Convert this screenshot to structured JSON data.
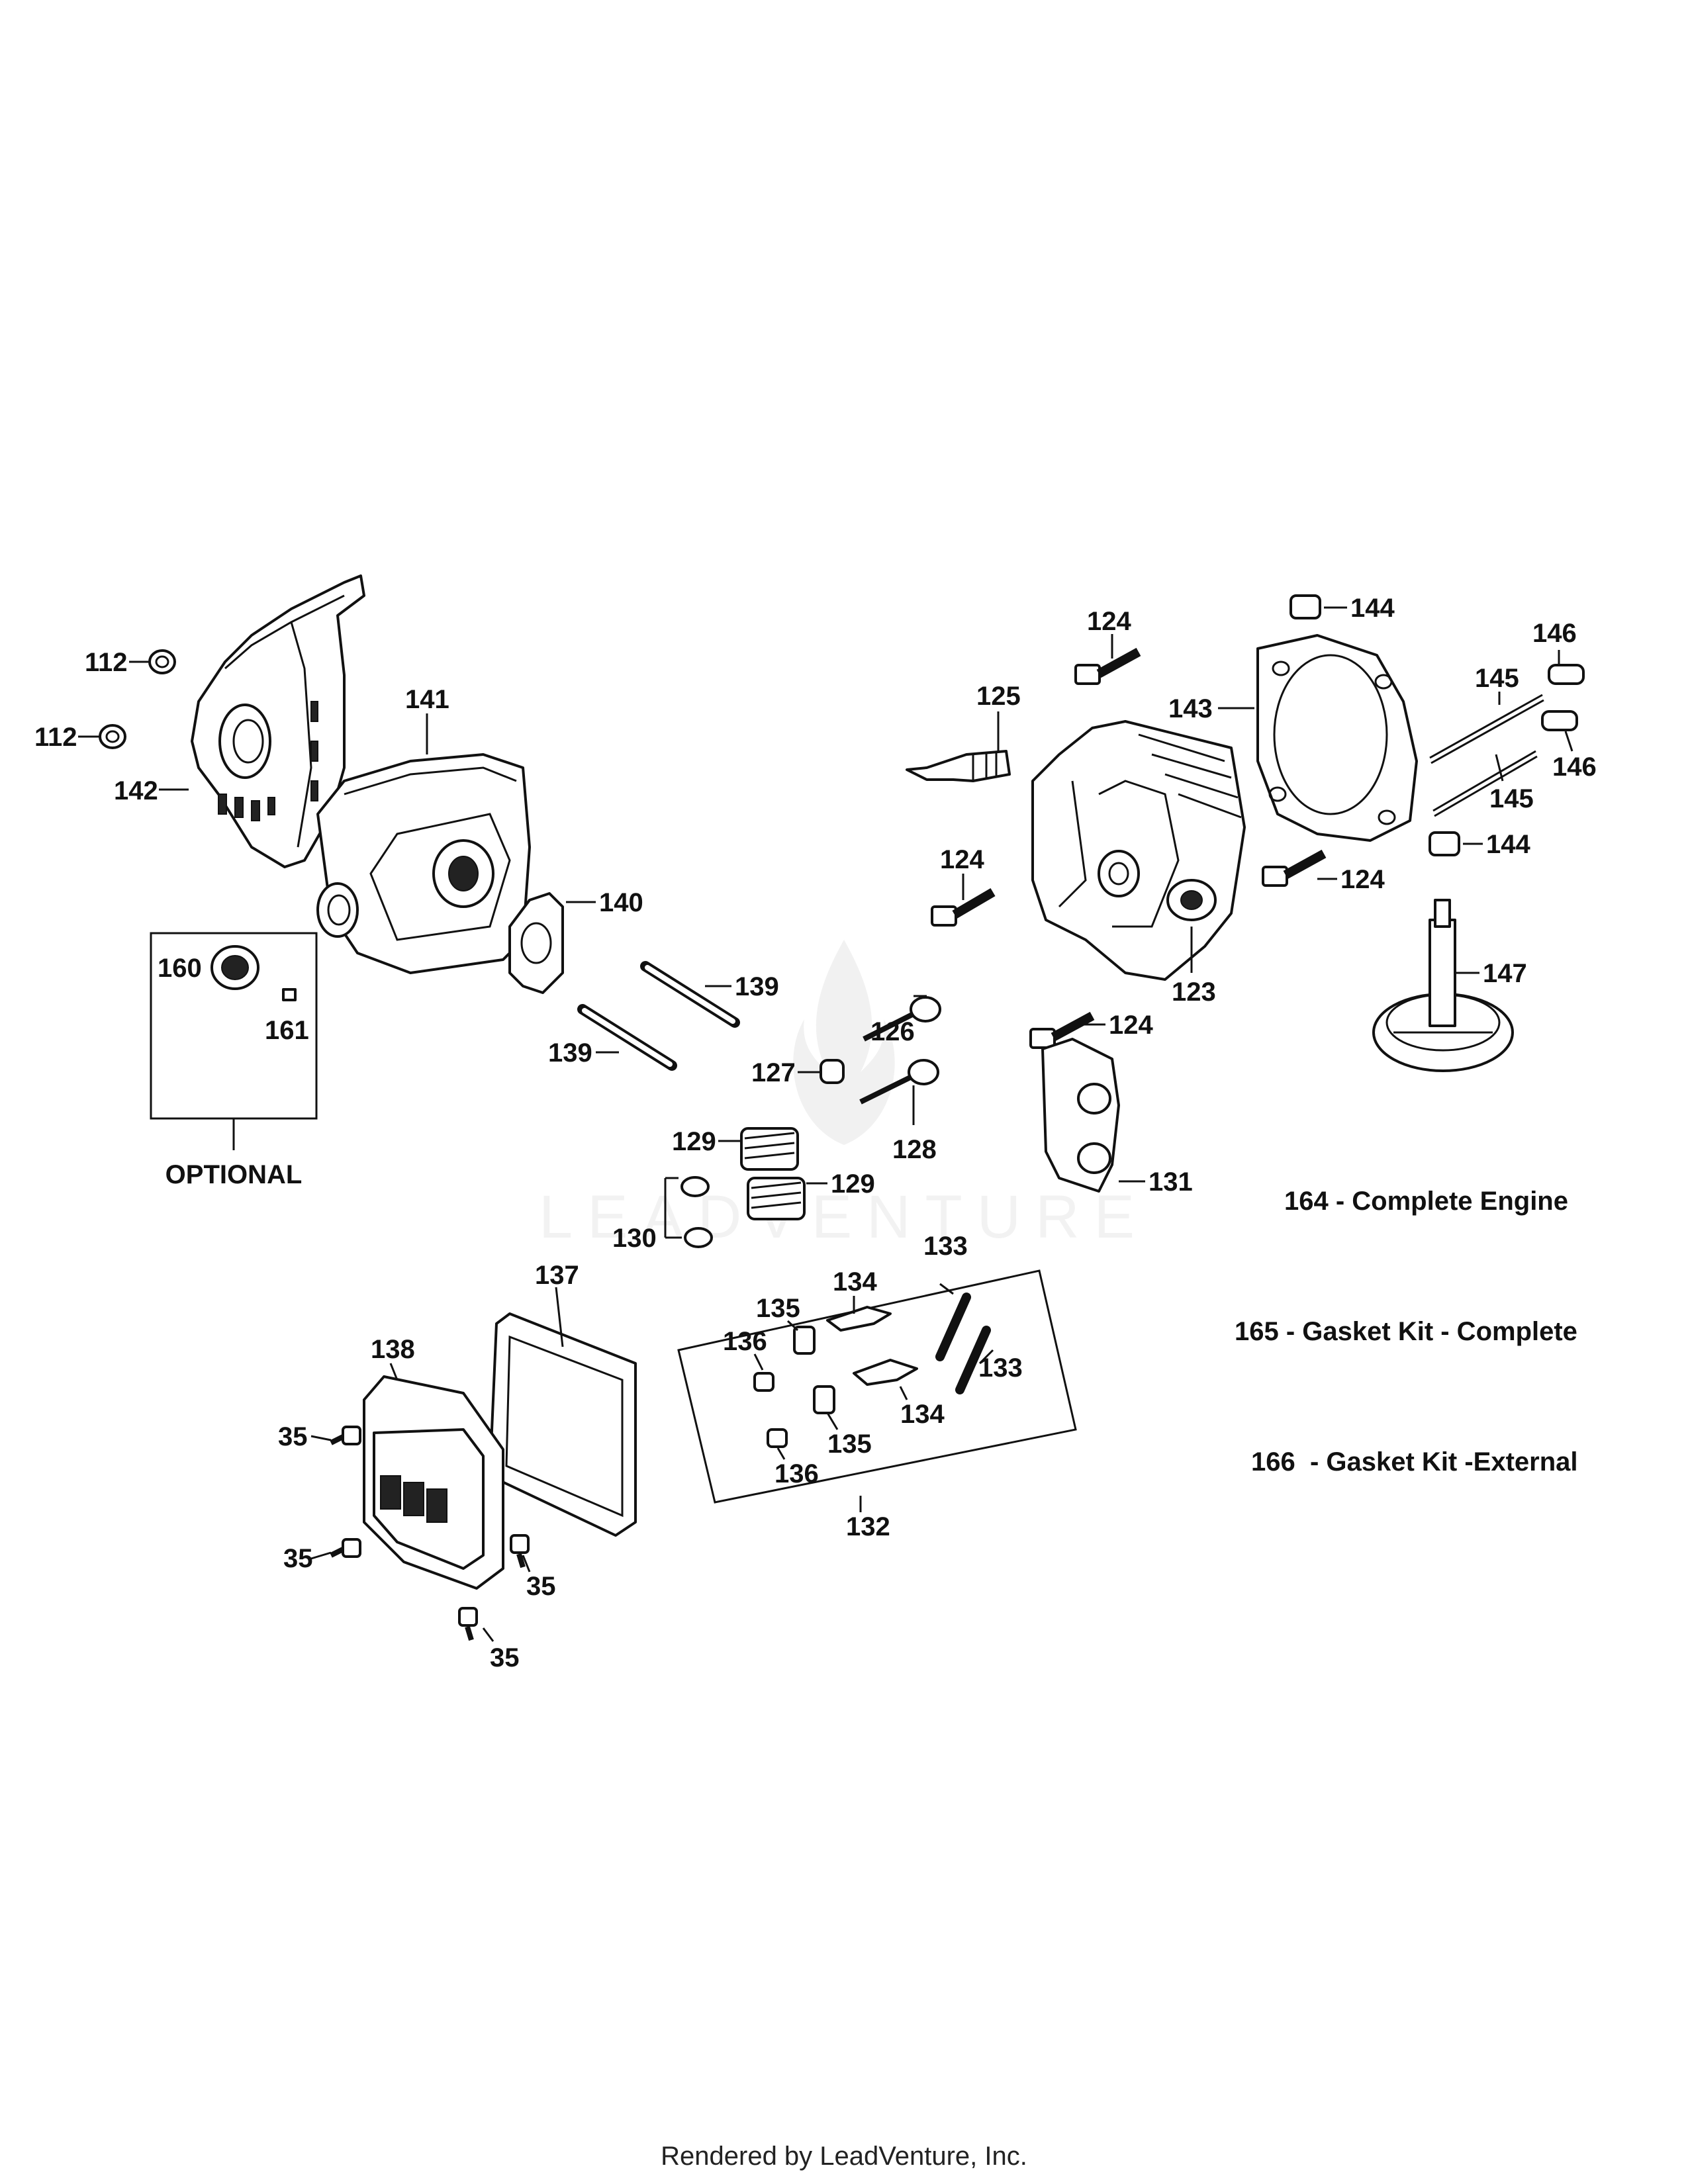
{
  "diagram": {
    "watermark": "LEADVENTURE",
    "optional_label": "OPTIONAL",
    "notes": [
      "164 - Complete Engine",
      "165 - Gasket Kit - Complete",
      "166  - Gasket Kit -External"
    ],
    "callouts": {
      "c112a": "112",
      "c112b": "112",
      "c142": "142",
      "c141": "141",
      "c140": "140",
      "c160": "160",
      "c161": "161",
      "c139a": "139",
      "c139b": "139",
      "c125": "125",
      "c124a": "124",
      "c124b": "124",
      "c124c": "124",
      "c124d": "124",
      "c143": "143",
      "c144a": "144",
      "c144b": "144",
      "c145a": "145",
      "c145b": "145",
      "c146a": "146",
      "c146b": "146",
      "c123": "123",
      "c147": "147",
      "c126": "126",
      "c127": "127",
      "c128": "128",
      "c129a": "129",
      "c129b": "129",
      "c130": "130",
      "c131": "131",
      "c133a": "133",
      "c133b": "133",
      "c134a": "134",
      "c134b": "134",
      "c135a": "135",
      "c135b": "135",
      "c136a": "136",
      "c136b": "136",
      "c132": "132",
      "c137": "137",
      "c138": "138",
      "c35a": "35",
      "c35b": "35",
      "c35c": "35",
      "c35d": "35"
    }
  },
  "footer": "Rendered by LeadVenture, Inc."
}
